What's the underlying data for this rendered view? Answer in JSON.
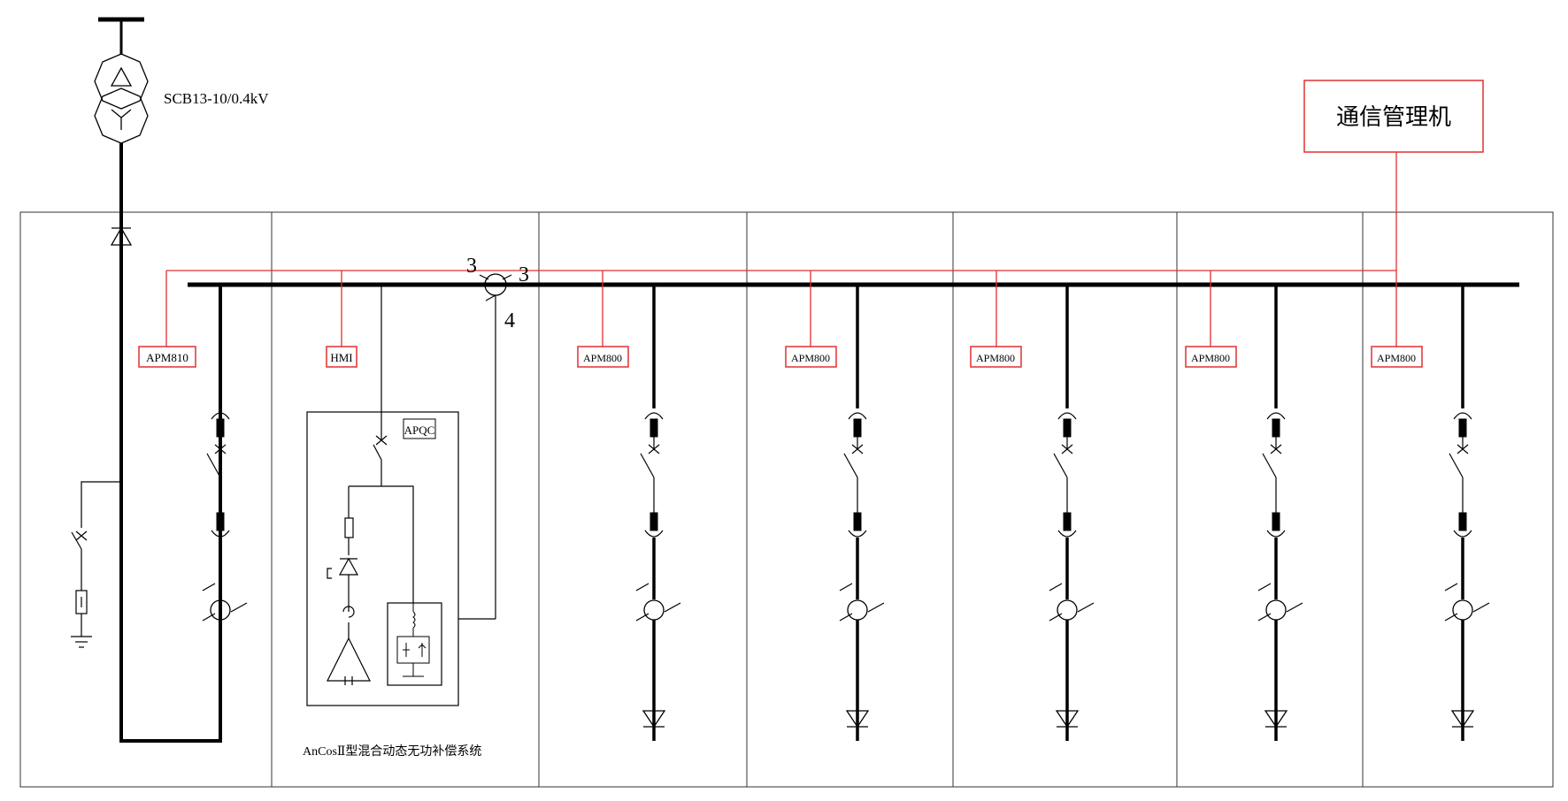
{
  "colors": {
    "comm_line": "#e03030",
    "conductor": "#000000",
    "panel_border": "#333333"
  },
  "transformer": {
    "label": "SCB13-10/0.4kV"
  },
  "comm_manager": {
    "label": "通信管理机"
  },
  "meters": [
    {
      "label": "APM810"
    },
    {
      "label": "HMI"
    },
    {
      "label": "APM800"
    },
    {
      "label": "APM800"
    },
    {
      "label": "APM800"
    },
    {
      "label": "APM800"
    },
    {
      "label": "APM800"
    }
  ],
  "apqc": {
    "label": "APQC",
    "caption": "AnCosⅡ型混合动态无功补偿系统"
  },
  "ct_counts": {
    "upper": "3",
    "lower": "3",
    "neutral": "4"
  }
}
